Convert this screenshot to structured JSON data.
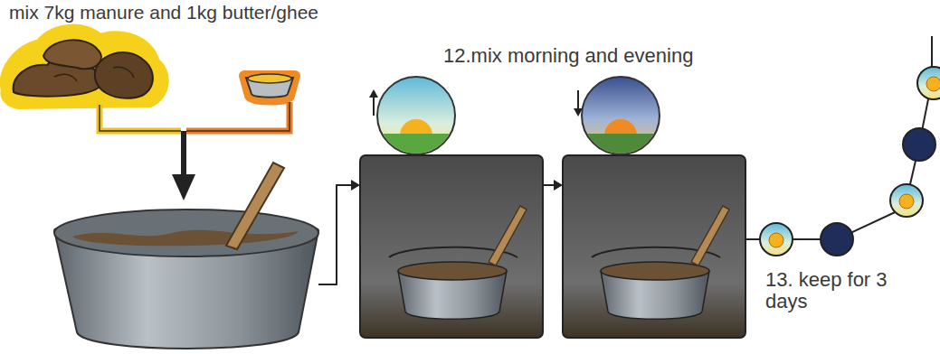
{
  "diagram": {
    "labels": [
      "mix 7kg manure and 1kg butter/ghee",
      "12.mix morning and evening",
      "13. keep for 3 days"
    ]
  }
}
